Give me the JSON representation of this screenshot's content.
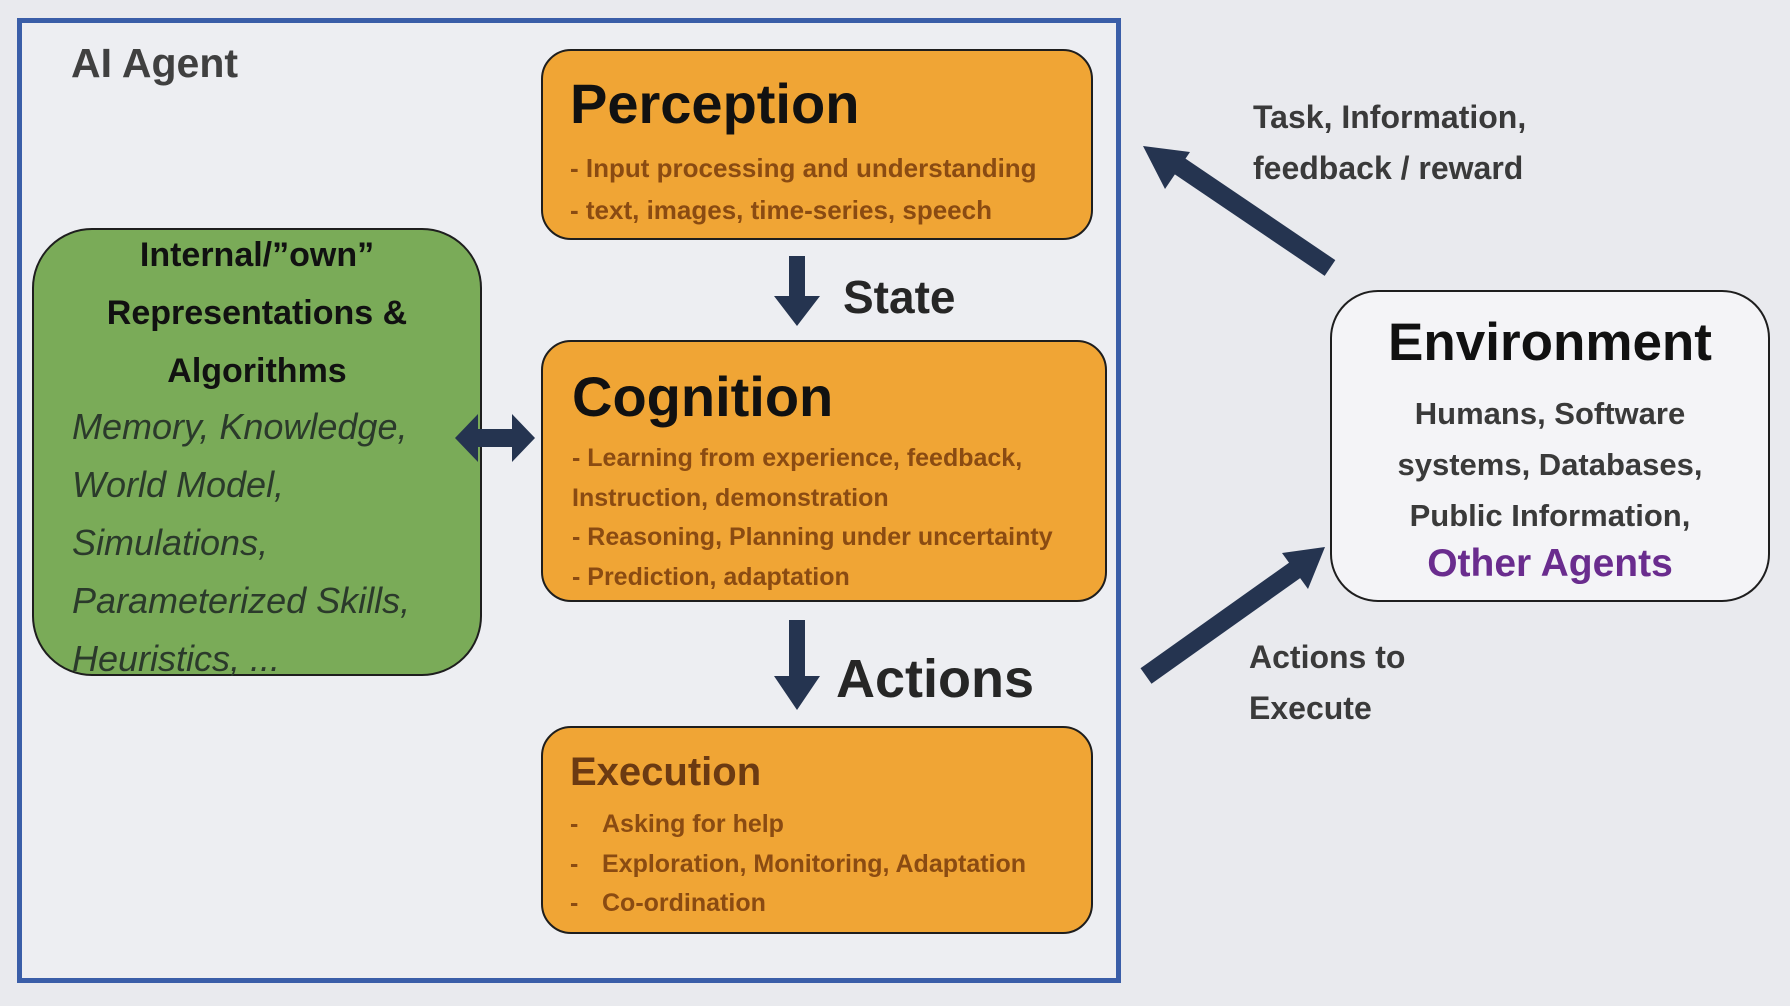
{
  "agent": {
    "title": "AI Agent"
  },
  "perception": {
    "title": "Perception",
    "lines": [
      "- Input processing and understanding",
      "- text, images, time-series, speech"
    ]
  },
  "state_label": "State",
  "cognition": {
    "title": "Cognition",
    "lines": [
      "- Learning from experience, feedback,",
      "Instruction, demonstration",
      "- Reasoning, Planning under uncertainty",
      "- Prediction, adaptation"
    ]
  },
  "actions_label": "Actions",
  "execution": {
    "title": "Execution",
    "lines": [
      "Asking for help",
      "Exploration, Monitoring, Adaptation",
      "Co-ordination"
    ]
  },
  "internal": {
    "heading": [
      "Internal/”own”",
      "Representations &",
      "Algorithms"
    ],
    "items": [
      "Memory, Knowledge,",
      "World Model,",
      "Simulations,",
      "Parameterized Skills,",
      "Heuristics, ..."
    ]
  },
  "environment": {
    "title": "Environment",
    "lines": [
      "Humans, Software",
      "systems, Databases,",
      "Public Information,"
    ],
    "other": "Other Agents"
  },
  "task_label": [
    "Task, Information,",
    "feedback / reward"
  ],
  "exec_label": [
    "Actions to",
    "Execute"
  ],
  "colors": {
    "frame": "#3a5ea8",
    "orange": "#f0a535",
    "green": "#7aab58",
    "arrow": "#253450",
    "other_agents": "#6a2c8e"
  }
}
